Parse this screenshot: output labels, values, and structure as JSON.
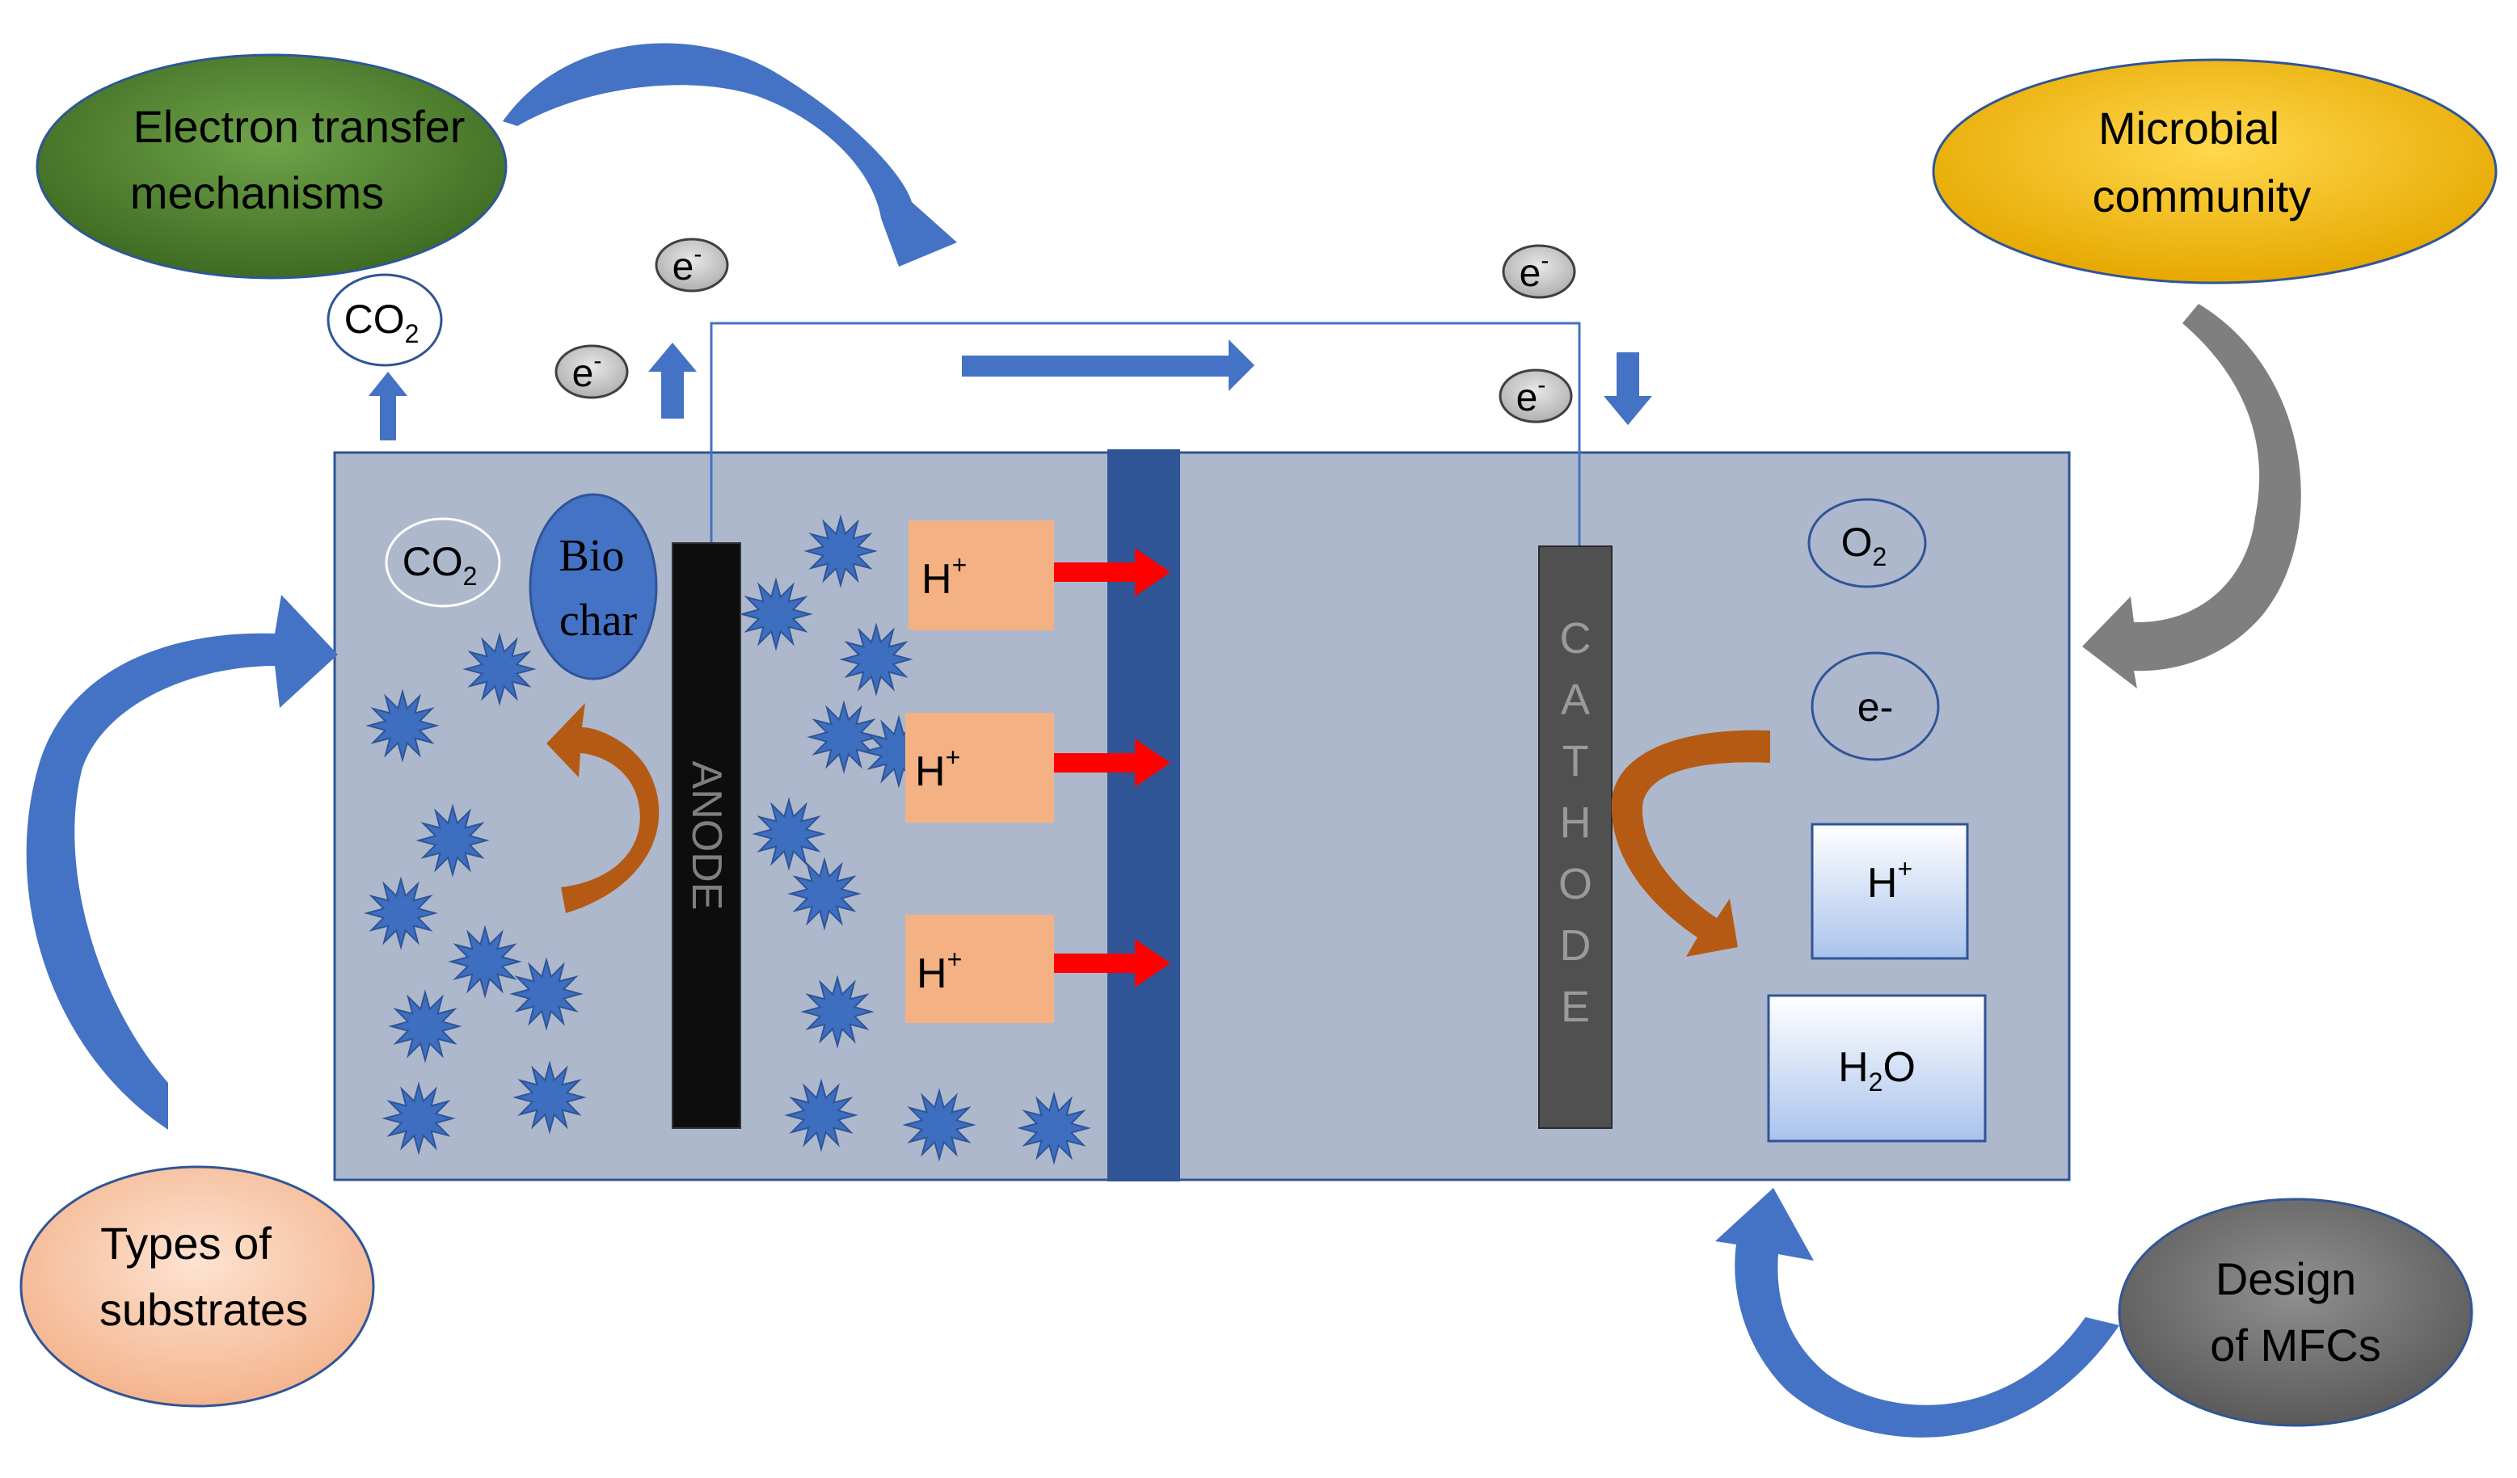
{
  "bubbles": {
    "electron_transfer": {
      "line1": "Electron transfer",
      "line2": "mechanisms"
    },
    "microbial_community": {
      "line1": "Microbial",
      "line2": "community"
    },
    "types_of_substrates": {
      "line1": "Types of",
      "line2": "substrates"
    },
    "design_of_mfcs": {
      "line1": "Design",
      "line2": "of MFCs"
    }
  },
  "labels": {
    "co2_top": {
      "main": "CO",
      "sub": "2"
    },
    "co2_inner": {
      "main": "CO",
      "sub": "2"
    },
    "o2": {
      "main": "O",
      "sub": "2"
    },
    "electron_symbol": "e",
    "electron_sup": "-",
    "electron_free": "e-",
    "biochar_line1": "Bio",
    "biochar_line2": "char",
    "anode": "ANODE",
    "cathode": [
      "C",
      "A",
      "T",
      "H",
      "O",
      "D",
      "E"
    ],
    "proton": {
      "main": "H",
      "sup": "+"
    },
    "water": {
      "main": "H",
      "sub": "2",
      "tail": "O"
    }
  },
  "colors": {
    "chamber": "#aeb8cc",
    "membrane": "#2f5597",
    "anode": "#0d0d0d",
    "cathode": "#505050",
    "bacteria": "#3d6ec0",
    "proton_box": "#f4b183",
    "proton_arrow": "#ff0000",
    "wire": "#4472c4",
    "bubble_green": "#548235",
    "bubble_yellow": "#f2c100",
    "bubble_peach": "#f8cbad",
    "bubble_gray": "#7f7f7f"
  }
}
